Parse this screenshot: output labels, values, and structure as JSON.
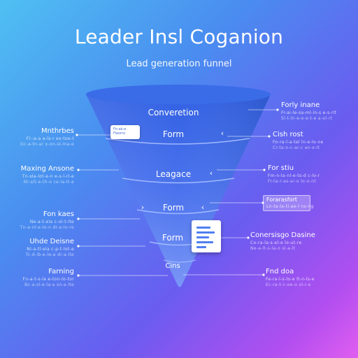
{
  "title": "Leader Insl Coganion",
  "subtitle": "Lead generation funnel",
  "stages": [
    {
      "label": "Converetion"
    },
    {
      "label": "Form"
    },
    {
      "label": "Leagace"
    },
    {
      "label": "Form"
    },
    {
      "label": "Form"
    },
    {
      "label": "Cins"
    }
  ],
  "left_notes": [
    {
      "label": "Mnthrbes",
      "sub": "Fl-:a-a a-ls-r ex-toe-t",
      "sub2": "Gc-a-tn-ar x-on-sl-ma-e"
    },
    {
      "label": "Maxing Ansone",
      "sub": "Tn-sla-lot-e-n e-s-l-rl-e",
      "sub2": "Nr-alt-e-th-o ce-la-lt-e"
    },
    {
      "label": "Fon kaes",
      "sub": "Ne-a-t-ela c-ol-t-lte",
      "sub2": "Tn-a-nl-e-lo-n dr-a-lo-re"
    },
    {
      "label": "Uhde Deisne",
      "sub": "Ni-a-tl-ela c-p-t-lot-e",
      "sub2": "Tc-d-ib-e-le-a dr-a-lte"
    },
    {
      "label": "Farning",
      "sub": "Fn-a-t-s-la e-ton-lo-tor",
      "sub2": "Bc-a-sl-e-la-a sn-a-lte"
    }
  ],
  "right_notes": [
    {
      "label": "Forly inane",
      "sub": "Fr-ai-le-sa-ml-in-s e-s-rlt",
      "sub2": "Sl-t-ln-e-e-e-t-e a-ol-rt"
    },
    {
      "label": "Cish rost",
      "sub": "Fo-ra-l-a-tel ln-e-lo-ne",
      "sub2": "Cr-ta-n-c-ar-c an-e-lt"
    },
    {
      "label": "For stiu",
      "sub": "Fm-n-la-nl-e-ts-d c-lo-r",
      "sub2": "Fr-ta-r-as-ar-o lo-o-nt"
    },
    {
      "label": "Forarasfort",
      "sub": "Ln-ta-la-tl-ae-l ns-ng",
      "sub2": ""
    },
    {
      "label": "Conersisgo Dasine",
      "sub": "Co-ra-la-s-el-e lo-ut-re",
      "sub2": "Ne-a-lt-s-la-o sl-a-lt"
    },
    {
      "label": "Fnd doa",
      "sub": "Fe-ra-l-s-lo-e lt-n-ls-e",
      "sub2": "Ec-ra-t-c-oe-o ol-r-e"
    }
  ],
  "card_text": [
    "Fo-ak-e",
    "Fiaomc"
  ],
  "stage_markers": [
    "‹",
    "‹",
    "›",
    "‹"
  ],
  "colors": {
    "funnel_top": "#2e5ee0",
    "funnel_bottom": "#6a8cf6",
    "funnel_rim": "#3f72ea"
  }
}
